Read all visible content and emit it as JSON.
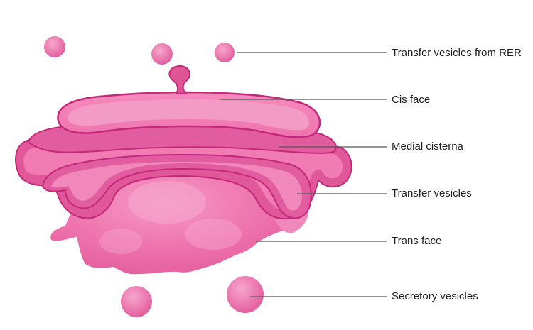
{
  "colors": {
    "body_light": "#f06aaa",
    "body_mid": "#e05596",
    "outline": "#c5287a",
    "leader_line": "#555555",
    "label_text": "#1d1d1d"
  },
  "labels": [
    "Transfer vesicles from RER",
    "Cis face",
    "Medial cisterna",
    "Transfer vesicles",
    "Trans face",
    "Secretory vesicles"
  ]
}
